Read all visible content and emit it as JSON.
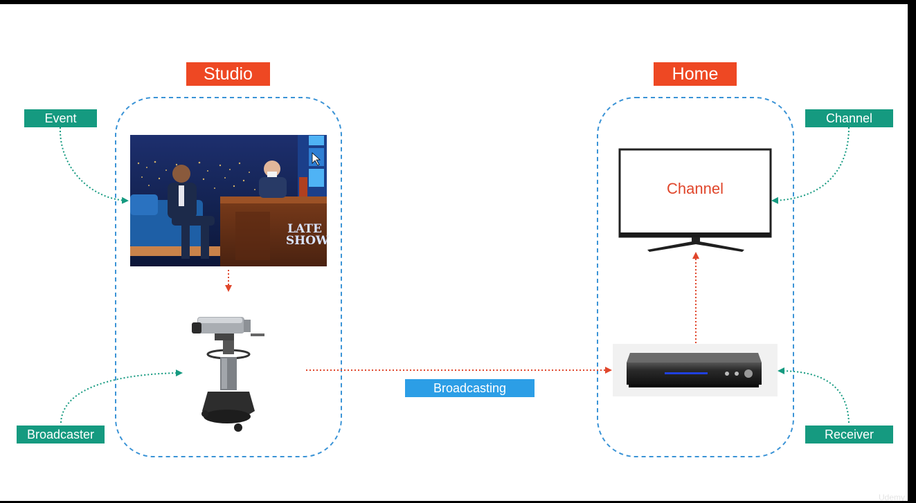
{
  "titles": {
    "studio": "Studio",
    "home": "Home"
  },
  "labels": {
    "event": "Event",
    "broadcaster": "Broadcaster",
    "channel": "Channel",
    "receiver": "Receiver",
    "broadcasting": "Broadcasting"
  },
  "tv_screen_text": "Channel",
  "studio_photo_sign": "LATE SHOW",
  "watermark": "Udemy",
  "colors": {
    "title_bg": "#ee4823",
    "label_green": "#159a80",
    "label_blue": "#2c9ee6",
    "dashed_box": "#3a93d6",
    "arrow_red": "#e0462b",
    "arrow_green": "#159a80"
  }
}
